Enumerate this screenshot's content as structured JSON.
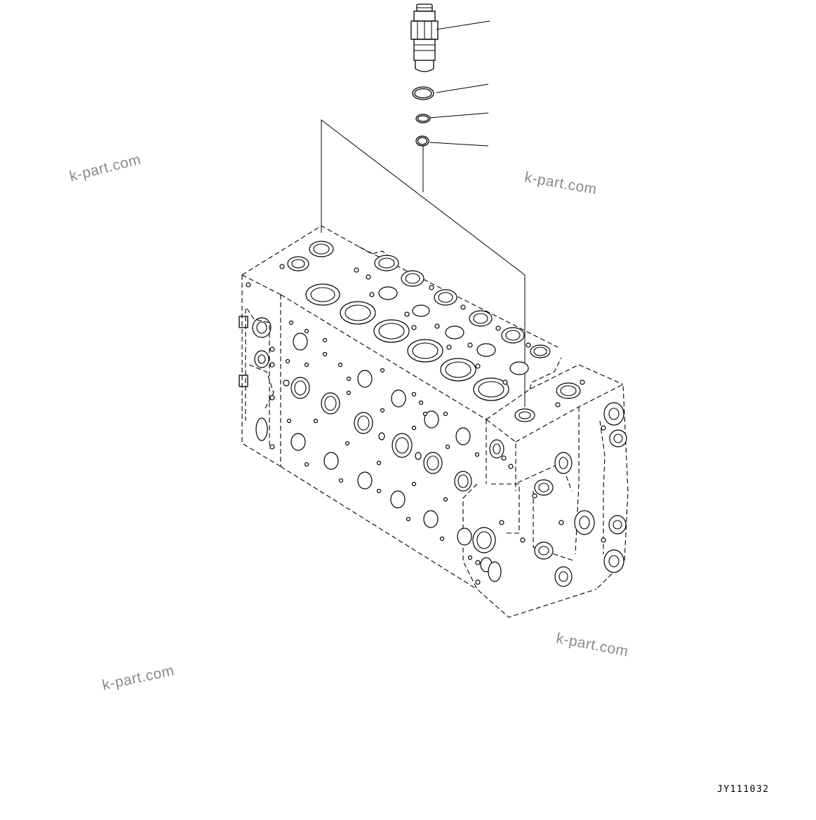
{
  "watermarks": [
    "k-part.com",
    "k-part.com",
    "k-part.com",
    "k-part.com"
  ],
  "drawing_code": "JY111032",
  "parts": [
    {
      "name": "relief-valve-cartridge"
    },
    {
      "name": "o-ring-large"
    },
    {
      "name": "o-ring-medium"
    },
    {
      "name": "o-ring-small"
    }
  ]
}
